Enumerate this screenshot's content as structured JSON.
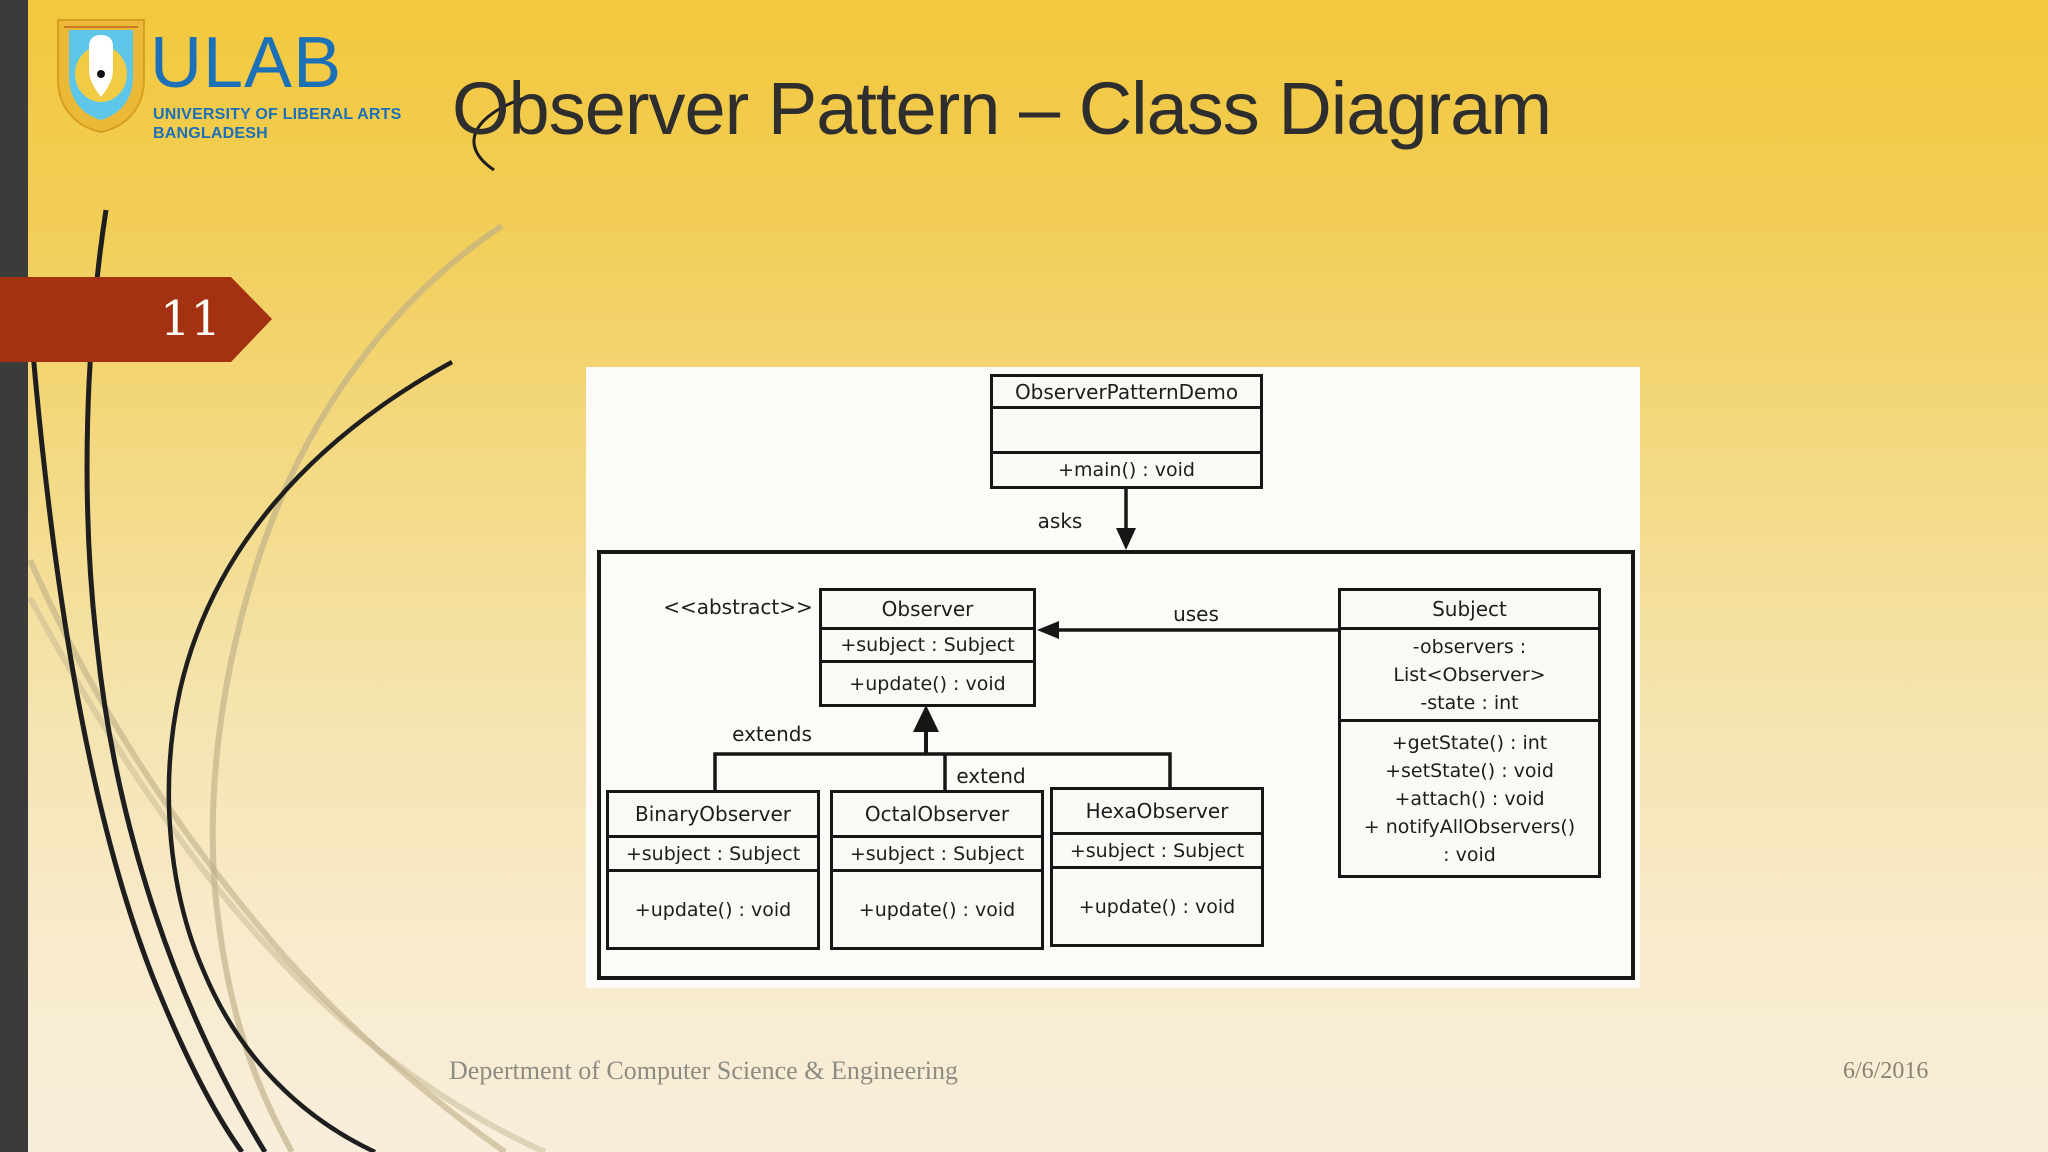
{
  "slide": {
    "number": "11",
    "title": "Observer Pattern – Class Diagram",
    "footer_left": "Depertment of Computer Science & Engineering",
    "footer_right": "6/6/2016"
  },
  "logo": {
    "acronym": "ULAB",
    "line1": "UNIVERSITY OF LIBERAL ARTS",
    "line2": "BANGLADESH"
  },
  "diagram": {
    "stereotype": "<<abstract>>",
    "labels": {
      "asks": "asks",
      "uses": "uses",
      "extends": "extends",
      "extend": "extend"
    },
    "classes": {
      "demo": {
        "name": "ObserverPatternDemo",
        "methods": [
          "+main() : void"
        ]
      },
      "observer": {
        "name": "Observer",
        "attributes": [
          "+subject : Subject"
        ],
        "methods": [
          "+update() : void"
        ]
      },
      "subject": {
        "name": "Subject",
        "attributes": [
          "-observers :",
          "List<Observer>",
          "-state : int"
        ],
        "methods": [
          "+getState() : int",
          "+setState() : void",
          "+attach() : void",
          "+ notifyAllObservers()",
          ": void"
        ]
      },
      "binary": {
        "name": "BinaryObserver",
        "attributes": [
          "+subject : Subject"
        ],
        "methods": [
          "+update() : void"
        ]
      },
      "octal": {
        "name": "OctalObserver",
        "attributes": [
          "+subject : Subject"
        ],
        "methods": [
          "+update() : void"
        ]
      },
      "hexa": {
        "name": "HexaObserver",
        "attributes": [
          "+subject : Subject"
        ],
        "methods": [
          "+update() : void"
        ]
      }
    }
  },
  "colors": {
    "banner_red": "#A53113",
    "left_bar": "#3B3B3B",
    "background_top": "#F2C83C",
    "background_bottom": "#F9EEDC",
    "logo_blue": "#1C70B7",
    "shield_light_blue": "#5EC6E9",
    "shield_gold": "#E9B937",
    "title_text": "#2E2E2E",
    "footer_text": "#8D8C82",
    "diagram_line": "#161616"
  }
}
